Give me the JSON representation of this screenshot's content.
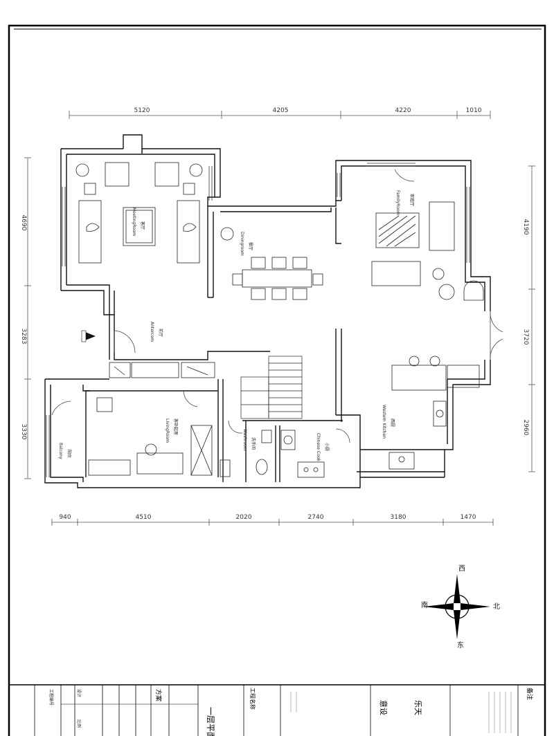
{
  "dimensions": {
    "top": [
      "5120",
      "4205",
      "4220",
      "1010"
    ],
    "bottom": [
      "940",
      "4510",
      "2020",
      "2740",
      "3180",
      "1470"
    ],
    "left": [
      "4690",
      "3283",
      "3330"
    ],
    "right": [
      "4190",
      "3720",
      "2960"
    ]
  },
  "rooms": {
    "meeting_cn": "客厅",
    "meeting_en": "MeetingRoom",
    "dining_cn": "餐厅",
    "dining_en": "Diningroom",
    "family_cn": "家庭厅",
    "family_en": "FamilyRoom",
    "entrance_cn": "前厅",
    "entrance_en": "Antercom",
    "living_cn": "客卧起居",
    "living_en": "LivingRoom",
    "balcony_cn": "阳台",
    "balcony_en": "Balcony",
    "wash_cn": "洗手间",
    "wash_en": "Washroom",
    "cook_cn": "小厨",
    "cook_en": "Chinese Cook",
    "kitchen_cn": "西厨",
    "kitchen_en": "Western Kitchen"
  },
  "compass": {
    "north": "北",
    "south": "南",
    "east": "东",
    "west": "西"
  },
  "title_block": {
    "remark_label": "备注",
    "project_name_label": "工程名称",
    "drawing_title": "一层平面布",
    "scheme": "方案",
    "project_no": "工程编号",
    "designer": "设计",
    "studio_a": "乐天",
    "studio_b": "意设",
    "scale_label": "比例"
  }
}
